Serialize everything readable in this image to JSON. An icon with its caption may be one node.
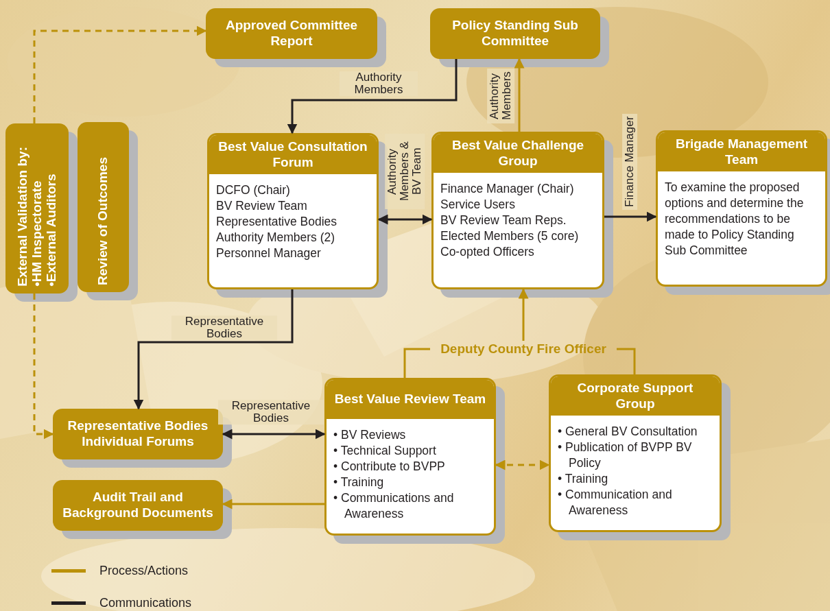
{
  "diagram": {
    "nodes": [
      {
        "text": [
          "Approved Committee Report"
        ]
      },
      {
        "text": [
          "Policy Standing Sub Committee"
        ]
      },
      {
        "text": [
          "External Validation by:",
          "•HM Inspectorate",
          "•External Auditors"
        ]
      },
      {
        "text": [
          "Review of Outcomes"
        ]
      },
      {
        "text": [
          "Best Value Consultation Forum",
          "DCFO (Chair)",
          "BV Review Team",
          "Representative Bodies",
          "Authority Members (2)",
          "Personnel Manager"
        ]
      },
      {
        "text": [
          "Best Value Challenge Group",
          "Finance Manager (Chair)",
          "Service Users",
          "BV Review Team Reps.",
          "Elected Members (5 core)",
          "Co-opted Officers"
        ]
      },
      {
        "text": [
          "Brigade Management Team",
          "To examine the proposed options and determine the recommendations to be made to Policy Standing Sub Committee"
        ]
      },
      {
        "text": [
          "Deputy County Fire Officer"
        ]
      },
      {
        "text": [
          "Representative Bodies Individual Forums"
        ]
      },
      {
        "text": [
          "Best Value Review Team",
          "• BV Reviews",
          "• Technical Support",
          "• Contribute to BVPP",
          "• Training",
          "• Communications and Awareness"
        ]
      },
      {
        "text": [
          "Corporate Support Group",
          "• General BV Consultation",
          "• Publication of BVPP BV Policy",
          "• Training",
          "• Communication and Awareness"
        ]
      },
      {
        "text": [
          "Audit Trail and Background Documents"
        ]
      }
    ],
    "edges": [
      {
        "from": 2,
        "to": 0,
        "arrow": "to",
        "style": "dashed"
      },
      {
        "from": 2,
        "to": 8,
        "arrow": "to",
        "style": "dashed"
      },
      {
        "from": 1,
        "to": 4,
        "arrow": "to",
        "label": "Authority Members",
        "color": "#231f20"
      },
      {
        "from": 5,
        "to": 1,
        "arrow": "to",
        "label": "Authority Members"
      },
      {
        "from": 4,
        "to": 5,
        "arrow": "both",
        "label": "Authority Members & BV Team",
        "color": "#231f20"
      },
      {
        "from": 5,
        "to": 6,
        "arrow": "to",
        "label": "Finance Manager",
        "color": "#231f20"
      },
      {
        "from": 4,
        "to": 8,
        "arrow": "to",
        "label": "Representative Bodies",
        "color": "#231f20"
      },
      {
        "from": 7,
        "to": 5,
        "arrow": "to"
      },
      {
        "from": 7,
        "to": 9,
        "arrow": "none"
      },
      {
        "from": 7,
        "to": 10,
        "arrow": "none"
      },
      {
        "from": 8,
        "to": 9,
        "arrow": "both",
        "label": "Representative Bodies",
        "color": "#231f20"
      },
      {
        "from": 9,
        "to": 10,
        "arrow": "both",
        "style": "dashed"
      },
      {
        "from": 9,
        "to": 11,
        "arrow": "to"
      }
    ],
    "legend": [
      {
        "text": "Process/Actions"
      },
      {
        "text": "Communications"
      }
    ]
  }
}
